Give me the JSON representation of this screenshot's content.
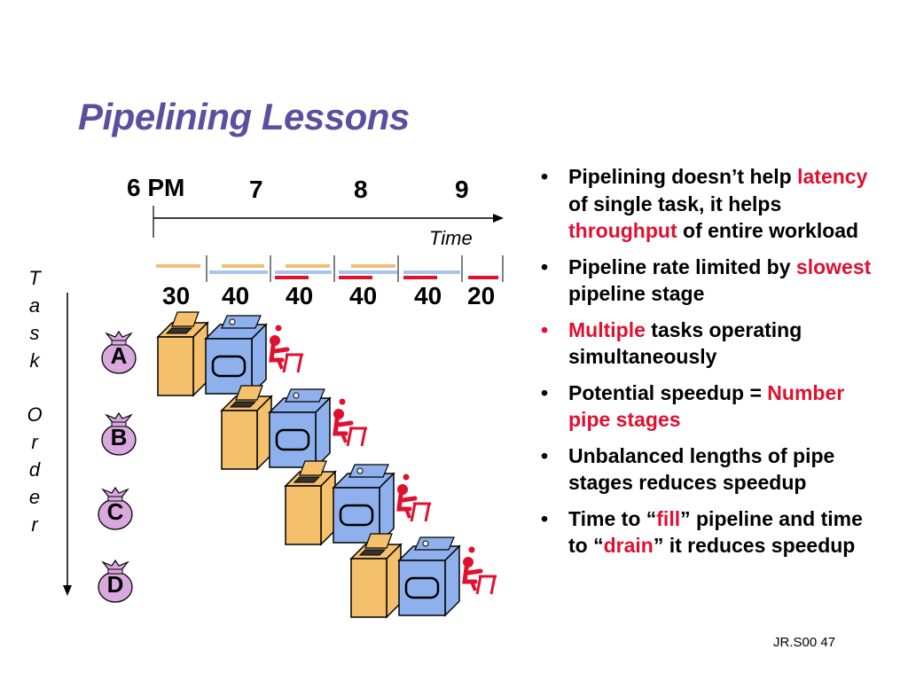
{
  "title": "Pipelining Lessons",
  "timeline": {
    "labels": [
      "6 PM",
      "7",
      "8",
      "9"
    ],
    "caption": "Time"
  },
  "durations": [
    "30",
    "40",
    "40",
    "40",
    "40",
    "20"
  ],
  "axis_label_letters": [
    "T",
    "a",
    "s",
    "k",
    "O",
    "r",
    "d",
    "e",
    "r"
  ],
  "tasks": [
    "A",
    "B",
    "C",
    "D"
  ],
  "bullets": [
    {
      "parts": [
        {
          "t": "Pipelining doesn’t help ",
          "red": false
        },
        {
          "t": "latency",
          "red": true
        },
        {
          "t": " of single task, it helps ",
          "red": false
        },
        {
          "t": "throughput",
          "red": true
        },
        {
          "t": " of entire workload",
          "red": false
        }
      ]
    },
    {
      "parts": [
        {
          "t": "Pipeline rate limited by ",
          "red": false
        },
        {
          "t": "slowest",
          "red": true
        },
        {
          "t": " pipeline stage",
          "red": false
        }
      ]
    },
    {
      "parts": [
        {
          "t": "Multiple",
          "red": true
        },
        {
          "t": " tasks operating simultaneously",
          "red": false
        }
      ],
      "bullet_red": true
    },
    {
      "parts": [
        {
          "t": "Potential speedup = ",
          "red": false
        },
        {
          "t": "Number pipe stages",
          "red": true
        }
      ]
    },
    {
      "parts": [
        {
          "t": "Unbalanced lengths of pipe stages reduces speedup",
          "red": false
        }
      ]
    },
    {
      "parts": [
        {
          "t": "Time to “",
          "red": false
        },
        {
          "t": "fill",
          "red": true
        },
        {
          "t": "” pipeline and time to “",
          "red": false
        },
        {
          "t": "drain",
          "red": true
        },
        {
          "t": "” it reduces speedup",
          "red": false
        }
      ]
    }
  ],
  "footer": "JR.S00 47",
  "colors": {
    "title": "#5b4fa0",
    "accent_red": "#e0102f",
    "washer": "#f4c06c",
    "dryer": "#8eb0ec",
    "bag": "#d9a8de",
    "wash_bar": "#f2be7a",
    "dry_bar": "#a9c4ee",
    "fold_bar": "#e0102f"
  }
}
